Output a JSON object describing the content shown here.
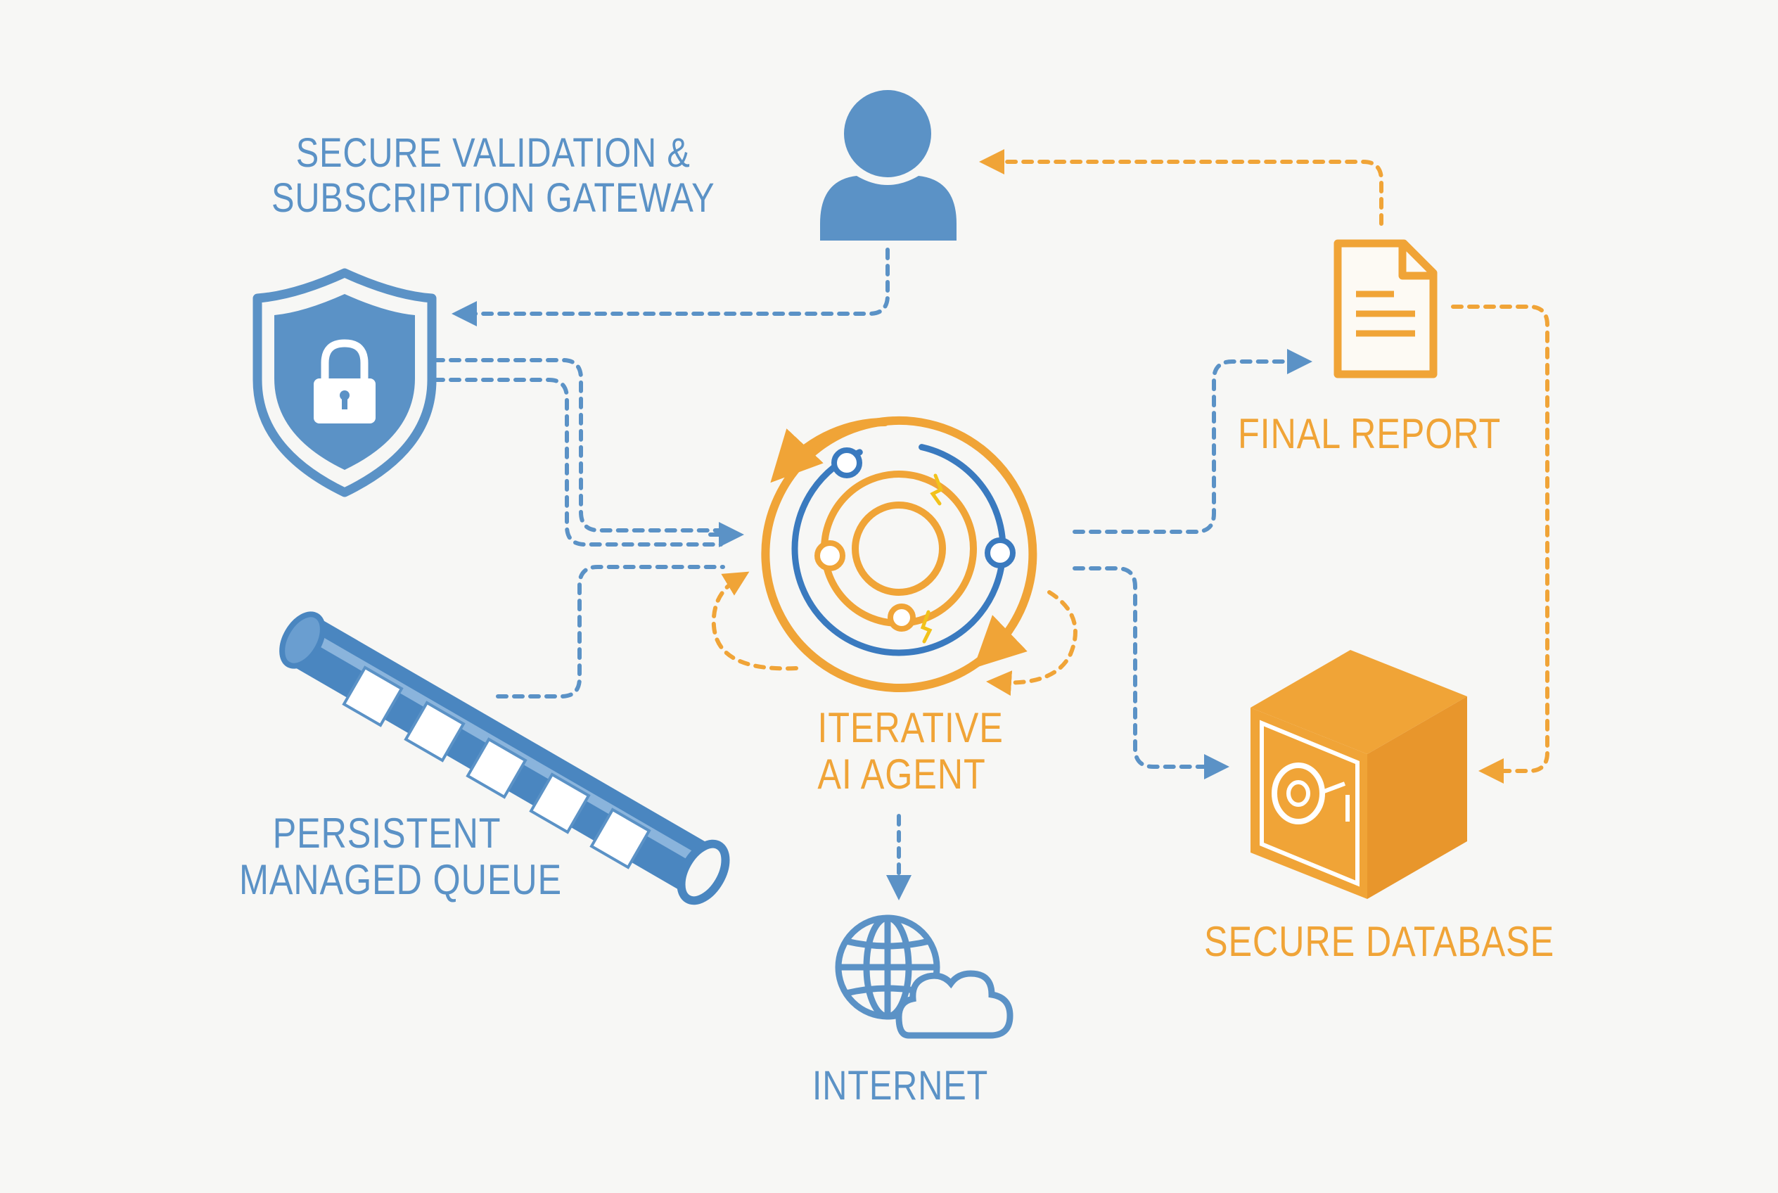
{
  "colors": {
    "blue": "#5b92c6",
    "blue_dark": "#4a86c0",
    "orange": "#f0a437",
    "orange_dark": "#e8962c",
    "background": "#f7f7f5"
  },
  "nodes": {
    "gateway": {
      "label_lines": [
        "SECURE VALIDATION &",
        "SUBSCRIPTION GATEWAY"
      ],
      "icon": "shield-lock-icon"
    },
    "user": {
      "icon": "user-icon"
    },
    "report": {
      "label_lines": [
        "FINAL REPORT"
      ],
      "icon": "document-icon"
    },
    "agent": {
      "label_lines": [
        "ITERATIVE",
        "AI AGENT"
      ],
      "icon": "iterative-loop-icon"
    },
    "queue": {
      "label_lines": [
        "PERSISTENT",
        "MANAGED QUEUE"
      ],
      "icon": "queue-pipe-icon"
    },
    "database": {
      "label_lines": [
        "SECURE DATABASE"
      ],
      "icon": "safe-icon"
    },
    "internet": {
      "label_lines": [
        "INTERNET"
      ],
      "icon": "globe-cloud-icon"
    }
  },
  "edges": [
    {
      "from": "user",
      "to": "gateway",
      "style": "dashed",
      "color": "blue"
    },
    {
      "from": "gateway",
      "to": "agent",
      "style": "double-dashed",
      "color": "blue"
    },
    {
      "from": "queue",
      "to": "agent",
      "style": "dashed",
      "color": "blue"
    },
    {
      "from": "agent",
      "to": "report",
      "style": "dashed",
      "color": "blue"
    },
    {
      "from": "agent",
      "to": "database",
      "style": "dashed",
      "color": "blue"
    },
    {
      "from": "agent",
      "to": "internet",
      "style": "dashed",
      "color": "blue"
    },
    {
      "from": "report",
      "to": "user",
      "style": "dashed",
      "color": "orange"
    },
    {
      "from": "report",
      "to": "database",
      "style": "dashed",
      "color": "orange"
    },
    {
      "from": "agent",
      "to": "agent",
      "style": "dashed-loop",
      "color": "orange"
    }
  ]
}
